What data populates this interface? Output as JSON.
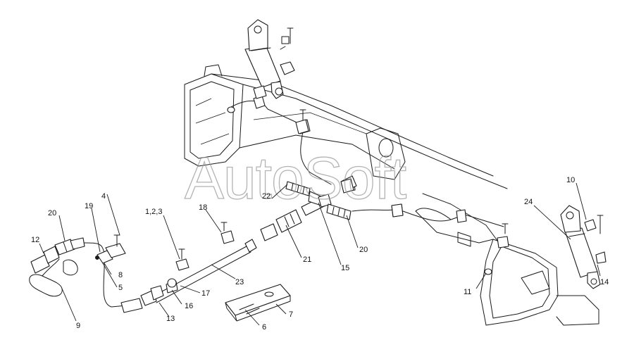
{
  "watermark": "AutoSoft",
  "callouts": {
    "c1_2_3": "1,2,3",
    "c4": "4",
    "c5": "5",
    "c6": "6",
    "c7": "7",
    "c8": "8",
    "c9": "9",
    "c10": "10",
    "c11": "11",
    "c12": "12",
    "c13": "13",
    "c14": "14",
    "c15": "15",
    "c16": "16",
    "c17": "17",
    "c18": "18",
    "c19": "19",
    "c20a": "20",
    "c20b": "20",
    "c21": "21",
    "c22": "22",
    "c23": "23",
    "c24": "24"
  }
}
